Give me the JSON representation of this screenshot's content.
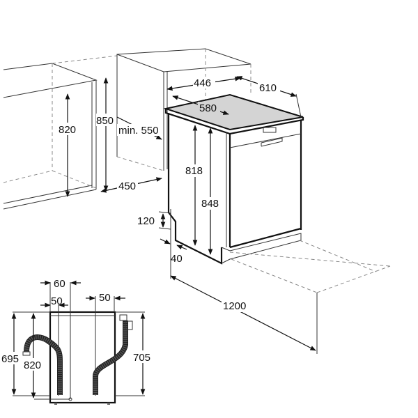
{
  "title": "Dishwasher installation dimensions",
  "dimensions": {
    "cabinet_height_inner": "820",
    "cabinet_height": "850",
    "min_depth": "min. 550",
    "cabinet_width": "450",
    "width_top": "446",
    "depth_total": "610",
    "depth_top": "580",
    "height_818": "818",
    "height_848": "848",
    "plinth_height": "120",
    "plinth_depth": "40",
    "door_open": "1200"
  },
  "rear_view": {
    "offset_60": "60",
    "offset_50_left": "50",
    "offset_50_right": "50",
    "height_695": "695",
    "height_820": "820",
    "height_705": "705"
  },
  "colors": {
    "worktop": "#d4d4d4",
    "line": "#111111"
  }
}
